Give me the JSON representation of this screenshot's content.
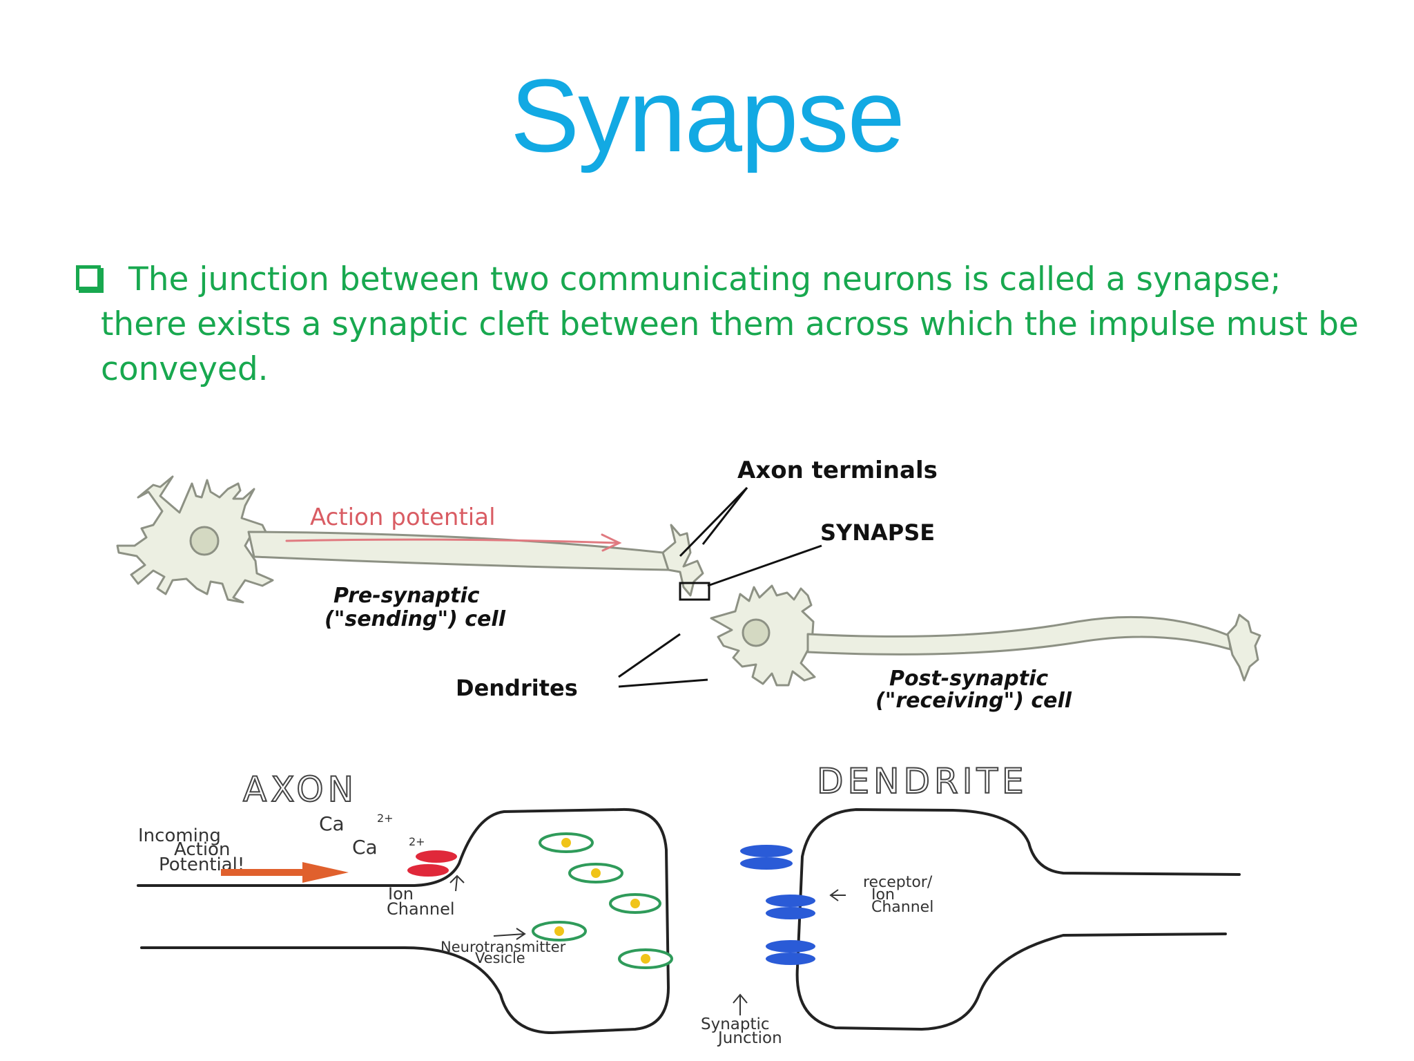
{
  "slide": {
    "title": "Synapse",
    "bullet_text": "The junction between two communicating neurons is called a synapse; there exists a synaptic cleft between them across which the impulse must be conveyed."
  },
  "neuron_diagram": {
    "action_potential": "Action potential",
    "axon_terminals": "Axon terminals",
    "synapse": "SYNAPSE",
    "presynaptic_line1": "Pre-synaptic",
    "presynaptic_line2": "(\"sending\") cell",
    "dendrites": "Dendrites",
    "postsynaptic_line1": "Post-synaptic",
    "postsynaptic_line2": "(\"receiving\") cell"
  },
  "synapse_closeup": {
    "axon": "AXON",
    "dendrite": "DENDRITE",
    "incoming_line1": "Incoming",
    "incoming_line2": "Action",
    "incoming_line3": "Potential!",
    "calcium_1": "Ca",
    "calcium_2": "Ca",
    "calcium_charge": "2+",
    "ion_channel_line1": "Ion",
    "ion_channel_line2": "Channel",
    "vesicle_line1": "Neurotransmitter",
    "vesicle_line2": "Vesicle",
    "receptor_line1": "receptor/",
    "receptor_line2": "Ion",
    "receptor_line3": "Channel",
    "junction_line1": "Synaptic",
    "junction_line2": "Junction"
  },
  "colors": {
    "title": "#12a9e3",
    "bullet": "#18a84f",
    "neuron_fill": "#ecefe2",
    "ion_channel": "#e0283a",
    "receptor": "#2a5bd7",
    "vesicle": "#2f9b5a",
    "arrow": "#e0602d"
  }
}
